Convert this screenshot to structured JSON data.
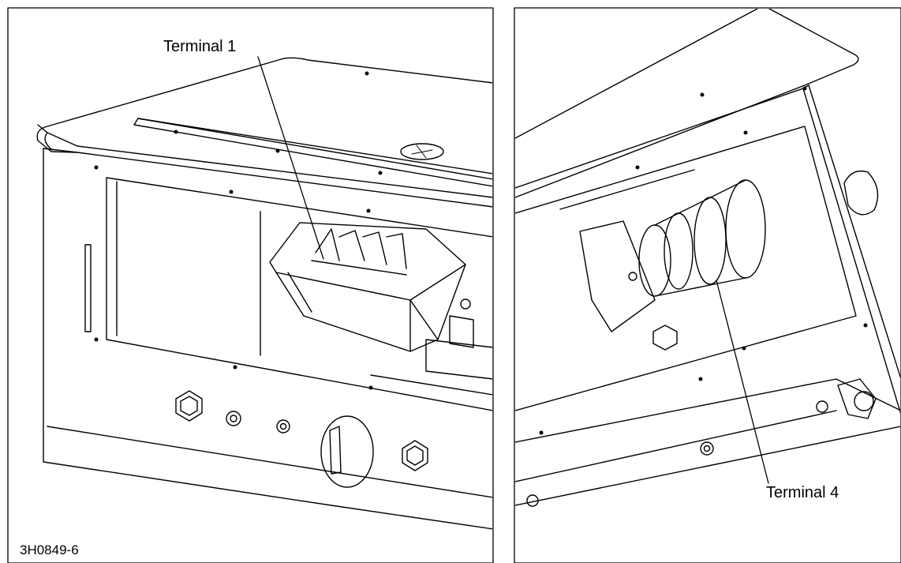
{
  "figure": {
    "reference_code": "3H0849-6",
    "left_panel": {
      "callout": "Terminal 1"
    },
    "right_panel": {
      "callout": "Terminal 4"
    }
  },
  "colors": {
    "line": "#000000",
    "fill": "#ffffff"
  }
}
